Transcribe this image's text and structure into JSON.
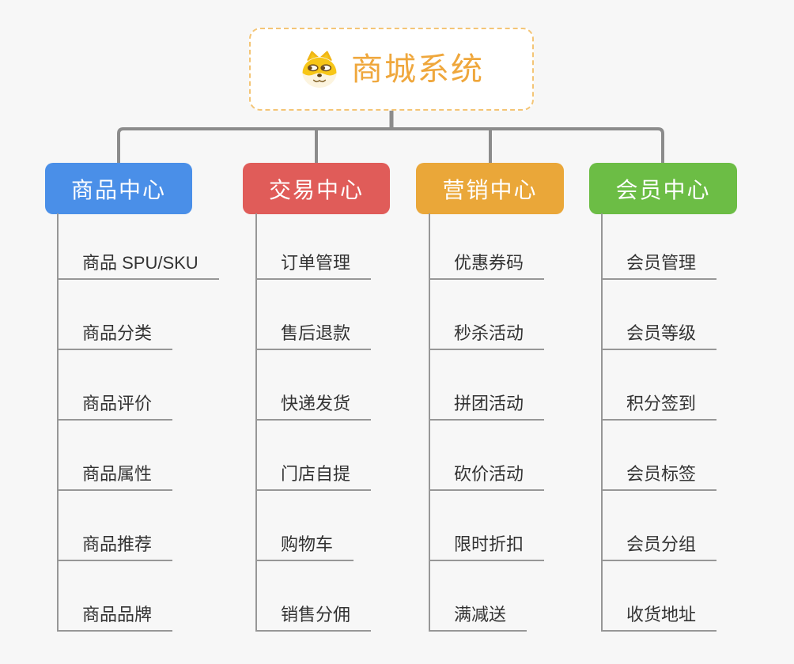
{
  "page": {
    "background_color": "#f7f7f7",
    "connector_color": "#8c8c8c",
    "underline_color": "#979797"
  },
  "root": {
    "title": "商城系统",
    "title_color": "#efa73c",
    "border_color": "#f4c576",
    "icon": "doge-face-icon"
  },
  "branches": [
    {
      "label": "商品中心",
      "color": "#4a8fe8",
      "items": [
        "商品 SPU/SKU",
        "商品分类",
        "商品评价",
        "商品属性",
        "商品推荐",
        "商品品牌"
      ]
    },
    {
      "label": "交易中心",
      "color": "#e05c59",
      "items": [
        "订单管理",
        "售后退款",
        "快递发货",
        "门店自提",
        "购物车",
        "销售分佣"
      ]
    },
    {
      "label": "营销中心",
      "color": "#eaa739",
      "items": [
        "优惠券码",
        "秒杀活动",
        "拼团活动",
        "砍价活动",
        "限时折扣",
        "满减送"
      ]
    },
    {
      "label": "会员中心",
      "color": "#6cbd45",
      "items": [
        "会员管理",
        "会员等级",
        "积分签到",
        "会员标签",
        "会员分组",
        "收货地址"
      ]
    }
  ]
}
